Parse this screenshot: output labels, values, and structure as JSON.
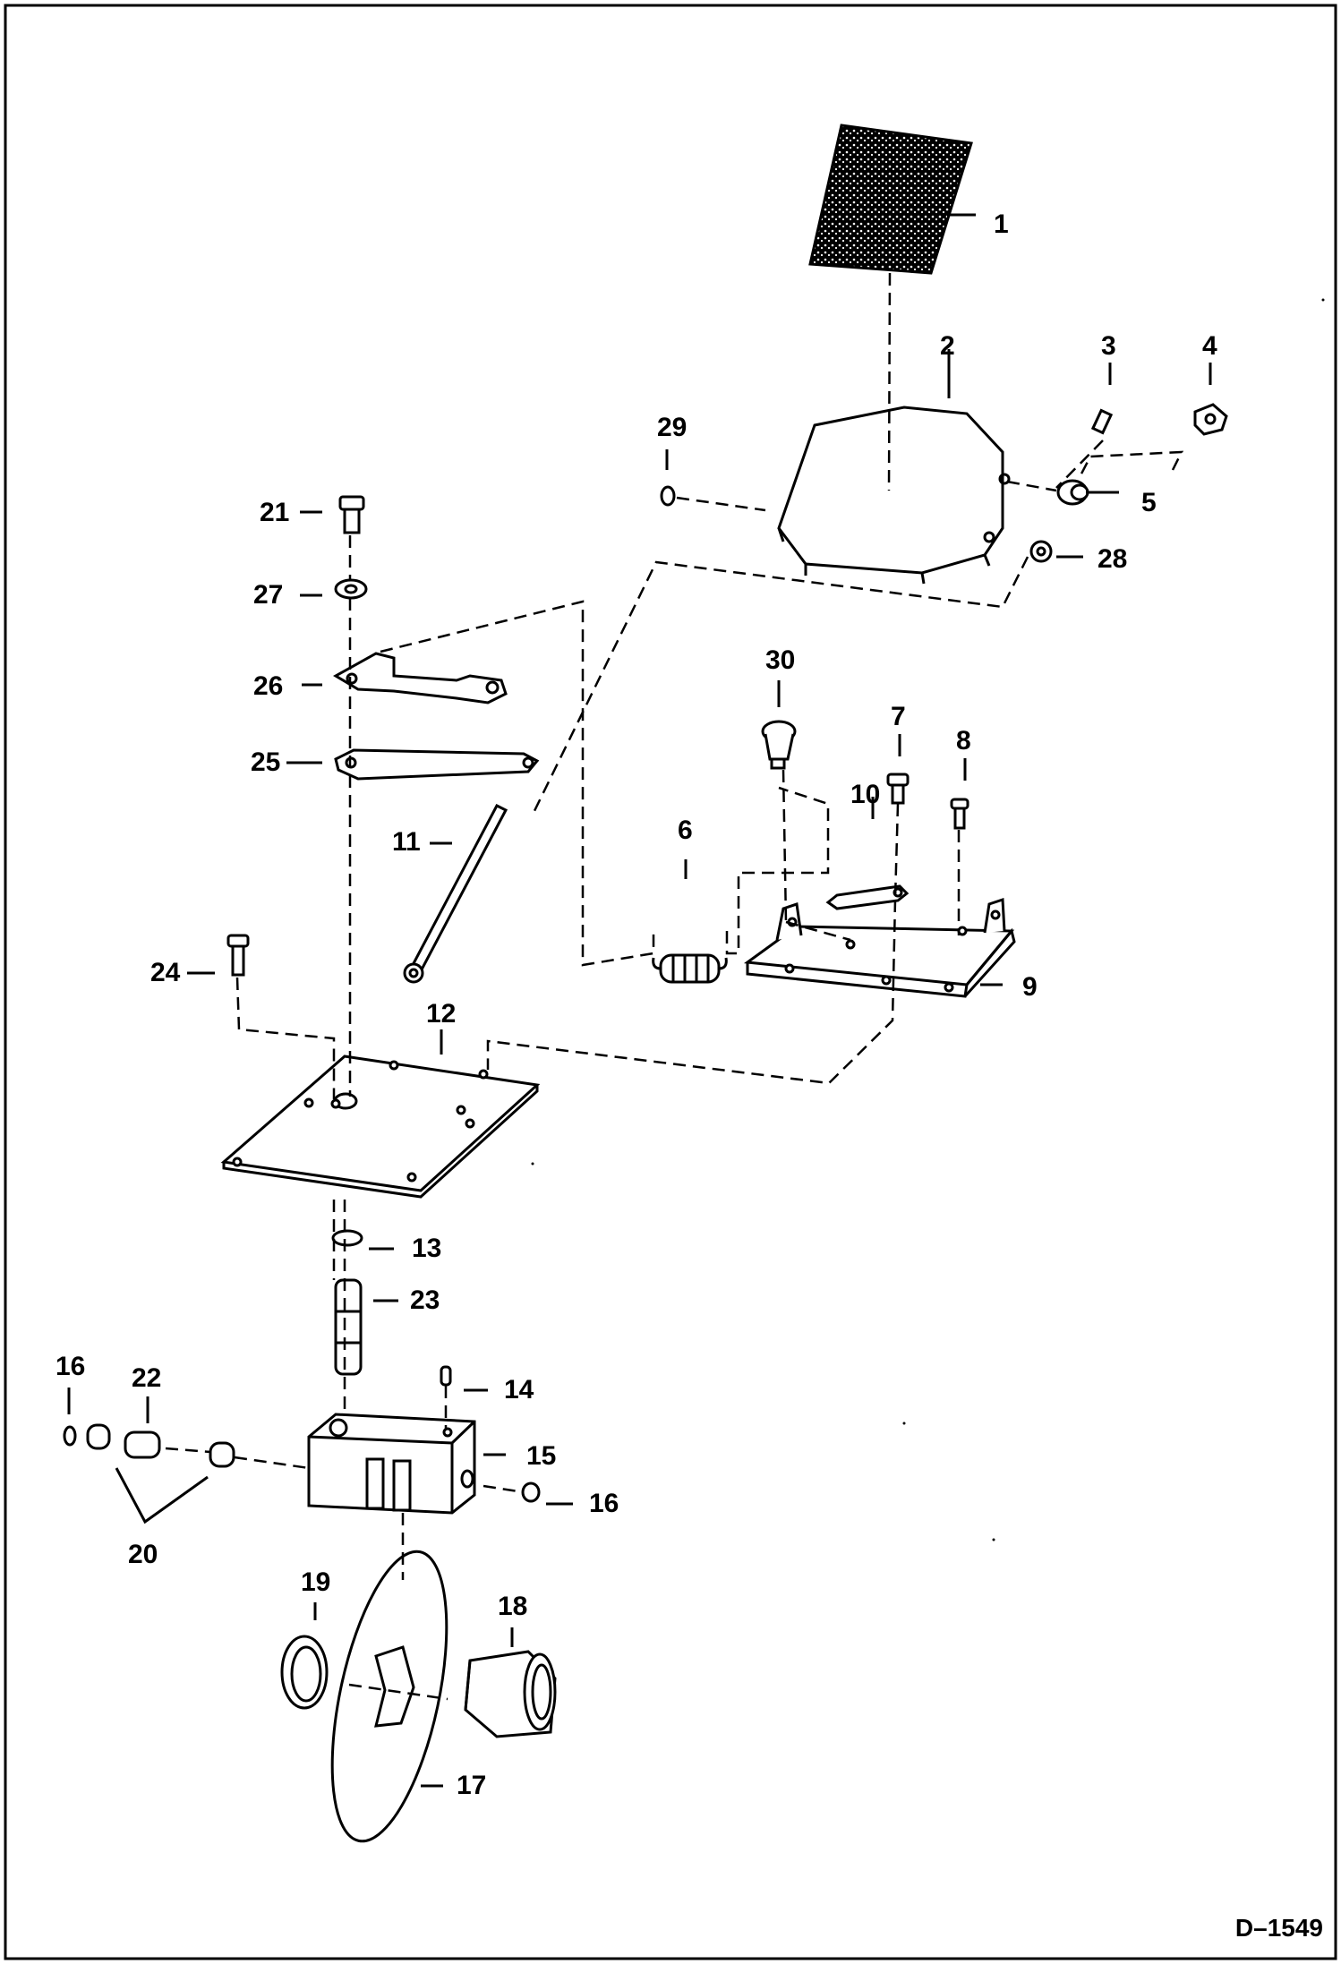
{
  "drawing_id": "D–1549",
  "callouts": {
    "p1": "1",
    "p2": "2",
    "p3": "3",
    "p4": "4",
    "p5": "5",
    "p6": "6",
    "p7": "7",
    "p8": "8",
    "p9": "9",
    "p10": "10",
    "p11": "11",
    "p12": "12",
    "p13": "13",
    "p14": "14",
    "p15": "15",
    "p16a": "16",
    "p16b": "16",
    "p17": "17",
    "p18": "18",
    "p19": "19",
    "p20": "20",
    "p21": "21",
    "p22": "22",
    "p23": "23",
    "p24": "24",
    "p25": "25",
    "p26": "26",
    "p27": "27",
    "p28": "28",
    "p29": "29",
    "p30": "30"
  },
  "colors": {
    "ink": "#000000",
    "paper": "#ffffff"
  }
}
